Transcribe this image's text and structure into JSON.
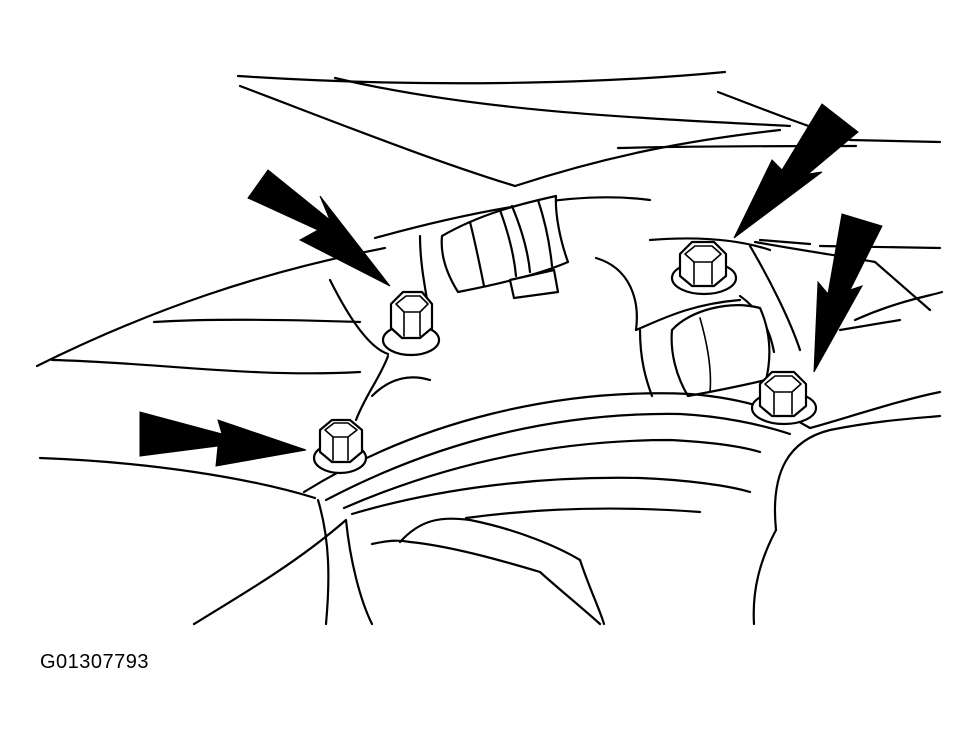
{
  "figure": {
    "id_label": "G01307793"
  },
  "colors": {
    "line": "#000000",
    "background": "#ffffff",
    "arrow": "#000000"
  },
  "callouts": {
    "count": 4,
    "target": "bolts"
  }
}
